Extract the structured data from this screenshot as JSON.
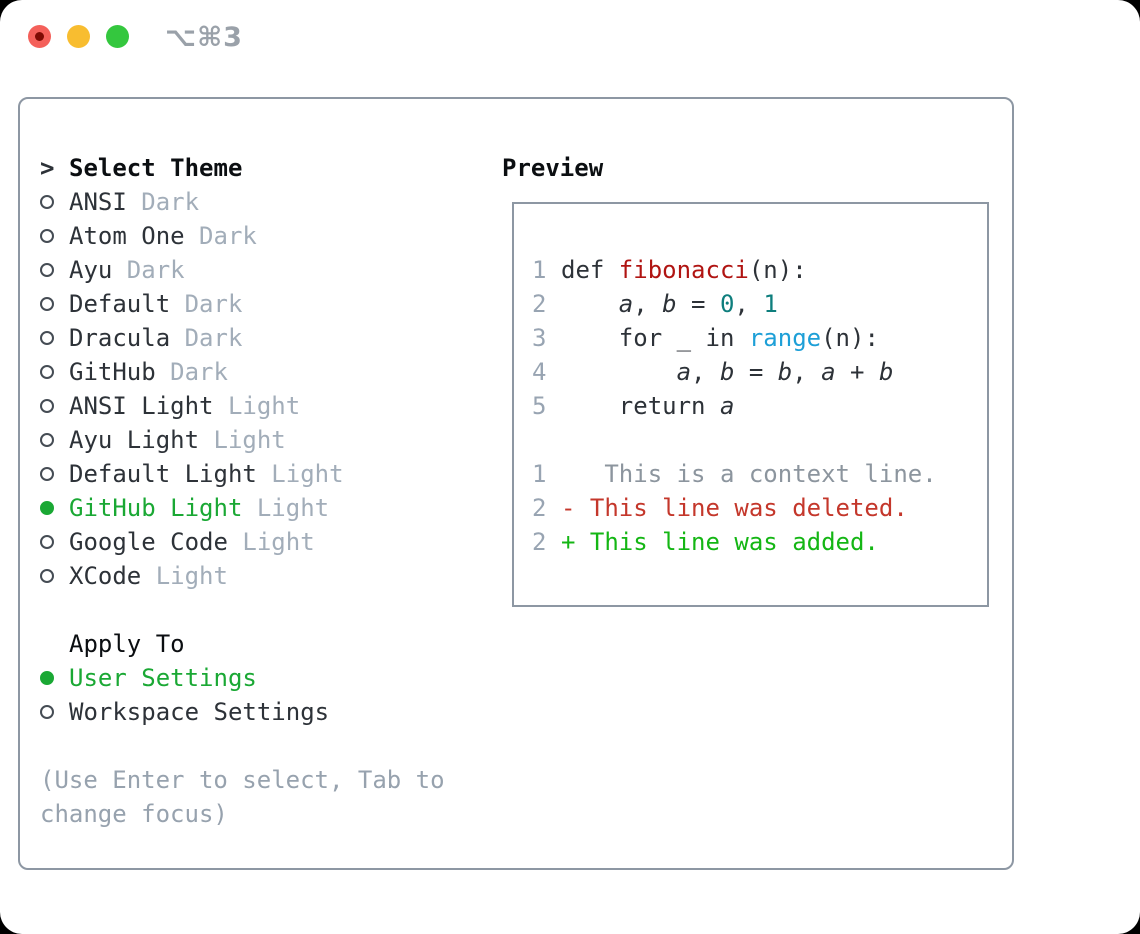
{
  "window": {
    "titlebar_label": "⌥⌘3"
  },
  "colors": {
    "window_bg": "#ffffff",
    "border": "#8d97a3",
    "text_dark": "#2d3238",
    "text_black": "#0b0e11",
    "muted": "#a2adb9",
    "hint": "#97a2ae",
    "line_number": "#98a4b2",
    "radio_ring": "#454c54",
    "accent_green": "#1aa834",
    "diff_added": "#14b614",
    "diff_deleted": "#c4372b",
    "diff_context": "#8c959e",
    "func_red": "#b01412",
    "number_teal": "#0e7e7d",
    "builtin_blue": "#1d9fd7",
    "traffic_red": "#f4605a",
    "traffic_red_dot": "#7e0b04",
    "traffic_yellow": "#f8bd30",
    "traffic_green": "#34c73e",
    "title_gray": "#9aa1a9"
  },
  "theme_picker": {
    "prompt": ">",
    "header": "Select Theme",
    "items": [
      {
        "name": "ANSI",
        "variant": "Dark",
        "selected": false
      },
      {
        "name": "Atom One",
        "variant": "Dark",
        "selected": false
      },
      {
        "name": "Ayu",
        "variant": "Dark",
        "selected": false
      },
      {
        "name": "Default",
        "variant": "Dark",
        "selected": false
      },
      {
        "name": "Dracula",
        "variant": "Dark",
        "selected": false
      },
      {
        "name": "GitHub",
        "variant": "Dark",
        "selected": false
      },
      {
        "name": "ANSI Light",
        "variant": "Light",
        "selected": false
      },
      {
        "name": "Ayu Light",
        "variant": "Light",
        "selected": false
      },
      {
        "name": "Default Light",
        "variant": "Light",
        "selected": false
      },
      {
        "name": "GitHub Light",
        "variant": "Light",
        "selected": true
      },
      {
        "name": "Google Code",
        "variant": "Light",
        "selected": false
      },
      {
        "name": "XCode",
        "variant": "Light",
        "selected": false
      }
    ]
  },
  "apply_to": {
    "header": "Apply To",
    "options": [
      {
        "label": "User Settings",
        "selected": true
      },
      {
        "label": "Workspace Settings",
        "selected": false
      }
    ]
  },
  "hint": "(Use Enter to select, Tab to change focus)",
  "preview": {
    "header": "Preview",
    "code_lines": [
      {
        "num": "1",
        "tokens": [
          {
            "t": "def ",
            "c": "fg"
          },
          {
            "t": "fibonacci",
            "c": "func"
          },
          {
            "t": "(n):",
            "c": "fg"
          }
        ]
      },
      {
        "num": "2",
        "tokens": [
          {
            "t": "    ",
            "c": "fg"
          },
          {
            "t": "a",
            "c": "var"
          },
          {
            "t": ", ",
            "c": "fg"
          },
          {
            "t": "b",
            "c": "var"
          },
          {
            "t": " = ",
            "c": "fg"
          },
          {
            "t": "0",
            "c": "num"
          },
          {
            "t": ", ",
            "c": "fg"
          },
          {
            "t": "1",
            "c": "num"
          }
        ]
      },
      {
        "num": "3",
        "tokens": [
          {
            "t": "    for _ in ",
            "c": "fg"
          },
          {
            "t": "range",
            "c": "builtin"
          },
          {
            "t": "(n):",
            "c": "fg"
          }
        ]
      },
      {
        "num": "4",
        "tokens": [
          {
            "t": "        ",
            "c": "fg"
          },
          {
            "t": "a",
            "c": "var"
          },
          {
            "t": ", ",
            "c": "fg"
          },
          {
            "t": "b",
            "c": "var"
          },
          {
            "t": " = ",
            "c": "fg"
          },
          {
            "t": "b",
            "c": "var"
          },
          {
            "t": ", ",
            "c": "fg"
          },
          {
            "t": "a",
            "c": "var"
          },
          {
            "t": " + ",
            "c": "fg"
          },
          {
            "t": "b",
            "c": "var"
          }
        ]
      },
      {
        "num": "5",
        "tokens": [
          {
            "t": "    return ",
            "c": "fg"
          },
          {
            "t": "a",
            "c": "var"
          }
        ]
      }
    ],
    "diff_lines": [
      {
        "num": "1",
        "kind": "context",
        "text": "   This is a context line."
      },
      {
        "num": "2",
        "kind": "deleted",
        "text": "- This line was deleted."
      },
      {
        "num": "2",
        "kind": "added",
        "text": "+ This line was added."
      }
    ]
  }
}
